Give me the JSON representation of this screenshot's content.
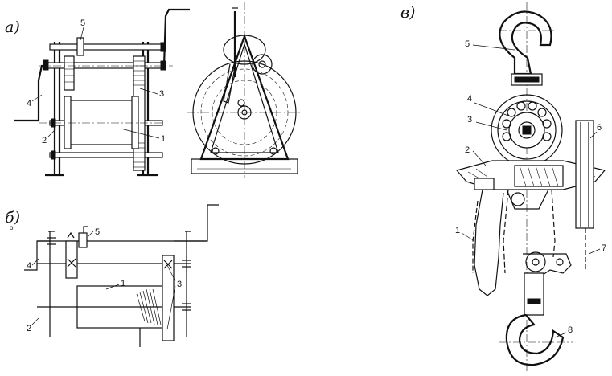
{
  "panels": {
    "a": "а)",
    "b": "б)",
    "v": "в)"
  },
  "callouts_a": [
    "1",
    "2",
    "3",
    "4",
    "5"
  ],
  "callouts_b": [
    "1",
    "2",
    "3",
    "4",
    "5"
  ],
  "callouts_v": [
    "1",
    "2",
    "3",
    "4",
    "5",
    "6",
    "7",
    "8"
  ],
  "small_mark": "o"
}
